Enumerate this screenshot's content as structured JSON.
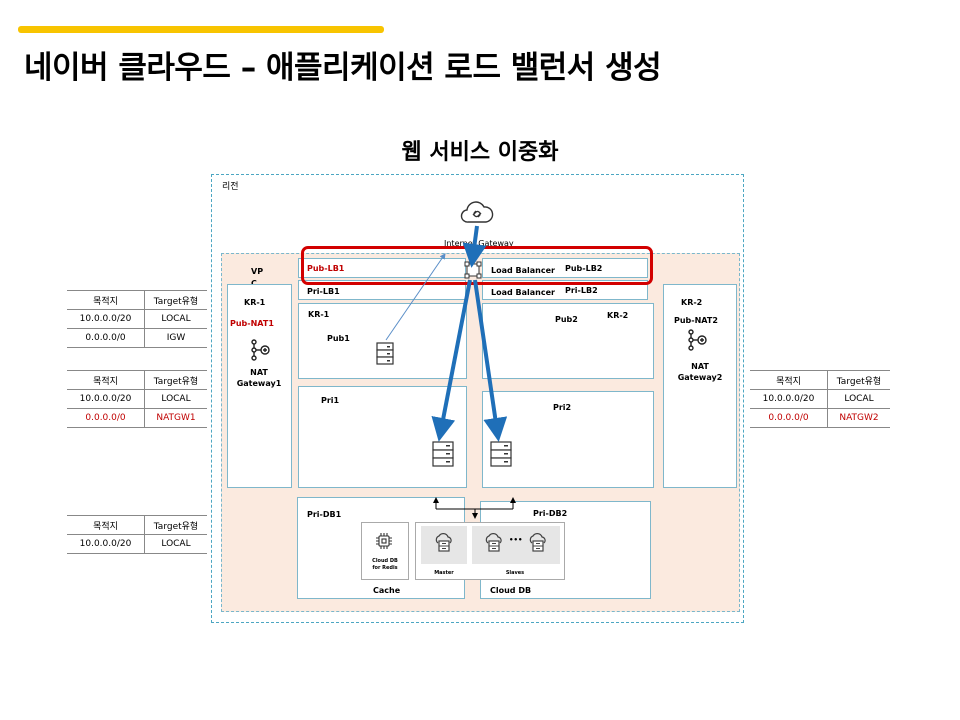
{
  "page_title": "네이버 클라우드 – 애플리케이션 로드 밸런서 생성",
  "diagram_title": "웹 서비스 이중화",
  "region_label": "리전",
  "internet_gateway_label": "Internet Gateway",
  "vpc_label": "VP\nC",
  "zones": {
    "kr1_left": "KR-1",
    "kr1_inner": "KR-1",
    "kr2_right": "KR-2",
    "kr2_inner": "KR-2"
  },
  "subnets": {
    "pub_lb1": "Pub-LB1",
    "pri_lb1": "Pri-LB1",
    "pub_lb2": "Pub-LB2",
    "pri_lb2": "Pri-LB2",
    "pub1": "Pub1",
    "pub2": "Pub2",
    "pri1": "Pri1",
    "pri2": "Pri2",
    "pri_db1": "Pri-DB1",
    "pri_db2": "Pri-DB2",
    "pub_nat1": "Pub-NAT1",
    "pub_nat2": "Pub-NAT2"
  },
  "load_balancer_labels": [
    "Load Balancer",
    "Load Balancer"
  ],
  "nat_gateway1": "NAT\nGateway1",
  "nat_gateway2": "NAT\nGateway2",
  "cache": {
    "label": "Cache",
    "icon_text": "Cloud DB\nfor Redis"
  },
  "cloud_db": {
    "label": "Cloud DB",
    "master": "Master",
    "slaves": "Slaves",
    "ellipsis": "•••"
  },
  "route_tables": [
    {
      "headers": [
        "목적지",
        "Target유형"
      ],
      "rows": [
        [
          "10.0.0.0/20",
          "LOCAL"
        ],
        [
          "0.0.0.0/0",
          "IGW"
        ]
      ]
    },
    {
      "headers": [
        "목적지",
        "Target유형"
      ],
      "rows": [
        [
          "10.0.0.0/20",
          "LOCAL"
        ],
        [
          "0.0.0.0/0",
          "NATGW1"
        ]
      ]
    },
    {
      "headers": [
        "목적지",
        "Target유형"
      ],
      "rows": [
        [
          "10.0.0.0/20",
          "LOCAL"
        ],
        [
          "0.0.0.0/0",
          "NATGW2"
        ]
      ]
    },
    {
      "headers": [
        "목적지",
        "Target유형"
      ],
      "rows": [
        [
          "10.0.0.0/20",
          "LOCAL"
        ]
      ]
    }
  ],
  "colors": {
    "accent": "#f8c400",
    "highlight": "#d20000",
    "arrow": "#1f6fb8",
    "vpc_fill": "#fbeadf",
    "border": "#7fb7cb"
  }
}
